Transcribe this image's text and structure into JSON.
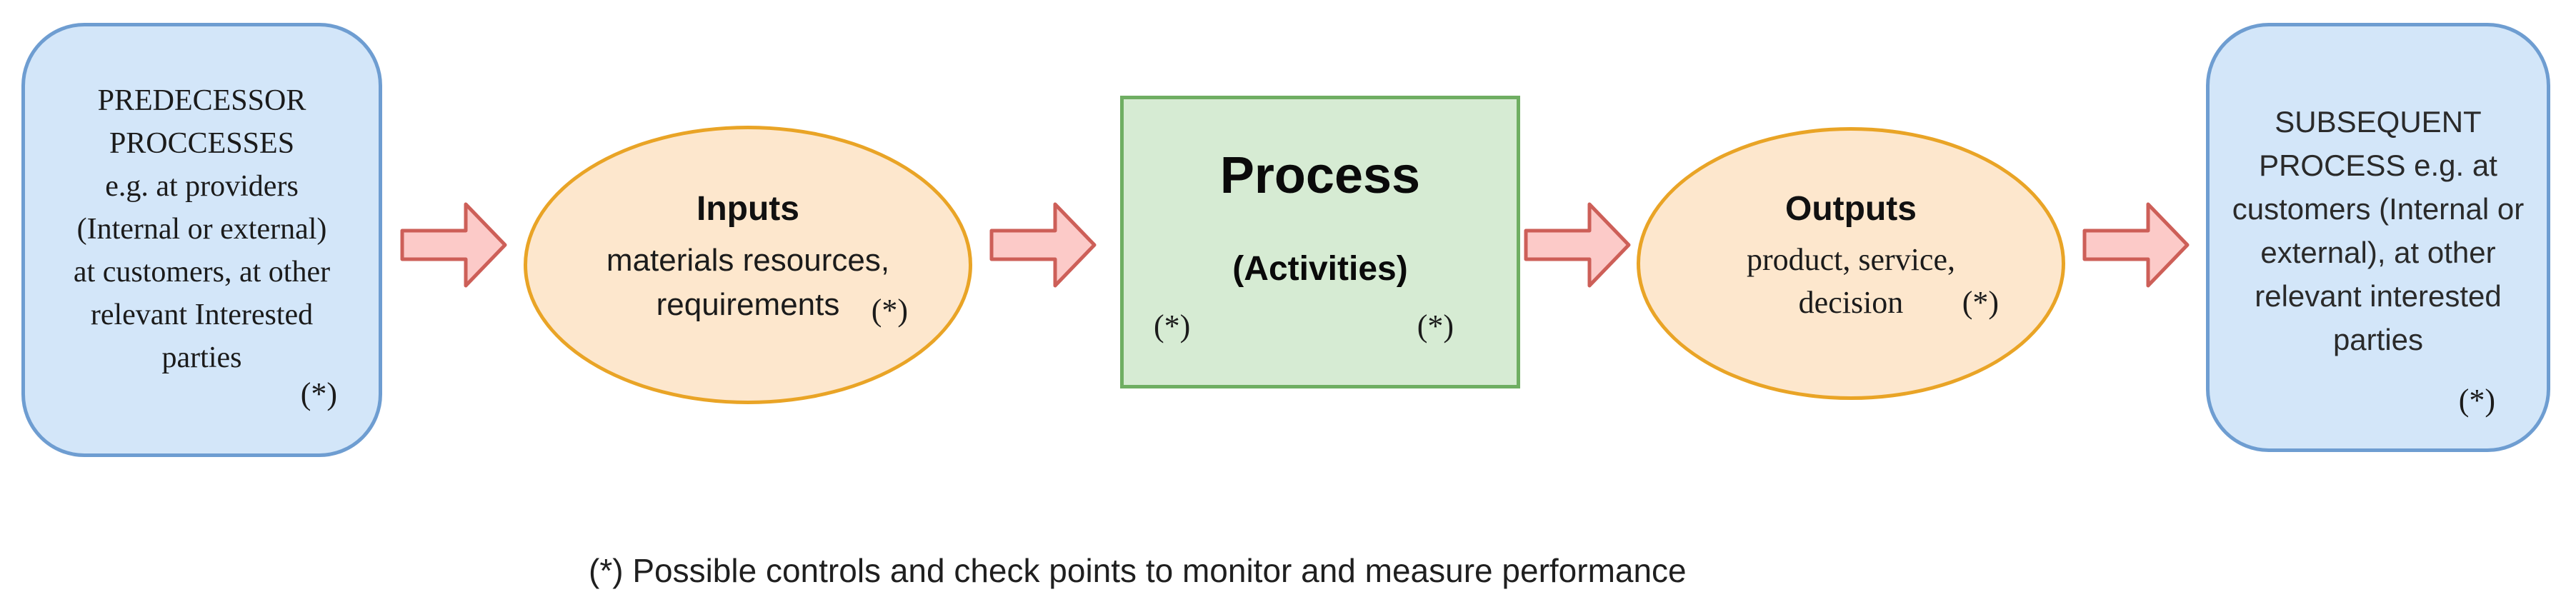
{
  "diagram": {
    "predecessor_box": {
      "text": "PREDECESSOR\nPROCCESSES\ne.g. at providers\n(Internal or external)\nat customers, at other\nrelevant Interested\nparties",
      "asterisk": "(*)"
    },
    "inputs_ellipse": {
      "title": "Inputs",
      "body": "materials resources,\nrequirements",
      "asterisk": "(*)"
    },
    "process_box": {
      "title": "Process",
      "subtitle": "(Activities)",
      "asterisk_left": "(*)",
      "asterisk_right": "(*)"
    },
    "outputs_ellipse": {
      "title": "Outputs",
      "body": "product, service,\ndecision",
      "asterisk": "(*)"
    },
    "subsequent_box": {
      "text": "SUBSEQUENT\nPROCESS e.g. at\ncustomers (Internal or\nexternal), at other\nrelevant interested\nparties",
      "asterisk": "(*)"
    },
    "footnote": "(*) Possible controls and check points to monitor and measure performance",
    "flow_arrows": {
      "count": 4,
      "direction": "right"
    },
    "colors": {
      "box_fill_blue": "#d3e6f9",
      "box_border_blue": "#6e9dd1",
      "ellipse_fill_peach": "#fde7cd",
      "ellipse_border_orange": "#e9a426",
      "process_fill_green": "#d6ebd3",
      "process_border_green": "#6fae62",
      "arrow_fill_pink": "#fccac8",
      "arrow_border_red": "#cd5f58",
      "text": "#1c1c1c"
    }
  }
}
